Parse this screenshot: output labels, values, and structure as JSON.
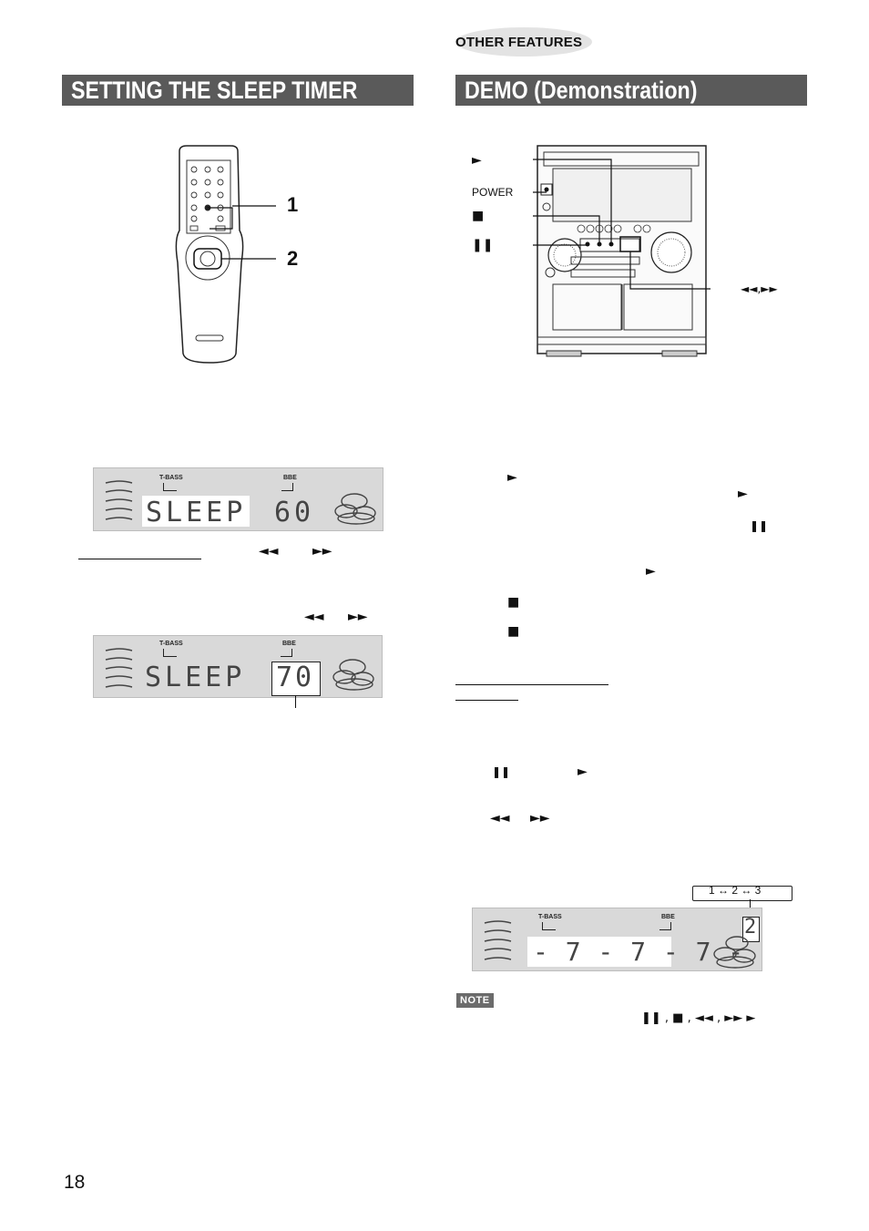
{
  "section_tag": "OTHER FEATURES",
  "left_heading": "SETTING THE SLEEP TIMER",
  "right_heading": "DEMO (Demonstration)",
  "remote_callouts": [
    "1",
    "2"
  ],
  "stereo_labels": {
    "play": "►",
    "power": "POWER",
    "stop": "■",
    "pause": "❚❚",
    "skip": "◄◄,►►"
  },
  "display_labels": {
    "tbass": "T-BASS",
    "bbe": "BBE"
  },
  "display1": {
    "text": "SLEEP",
    "value": "60"
  },
  "display2": {
    "text": "SLEEP",
    "value": "70"
  },
  "display3": {
    "text": "- 7 - 7 - 7 -",
    "value": "2"
  },
  "demo_cycle": "1 ↔ 2 ↔ 3",
  "symbols": {
    "rew": "◄◄",
    "ff": "►►",
    "play": "►",
    "pause": "❚❚",
    "stop": "■",
    "note_seq": "❚❚ , ■ , ◄◄ , ►►        ►"
  },
  "note_label": "NOTE",
  "page_number": "18"
}
